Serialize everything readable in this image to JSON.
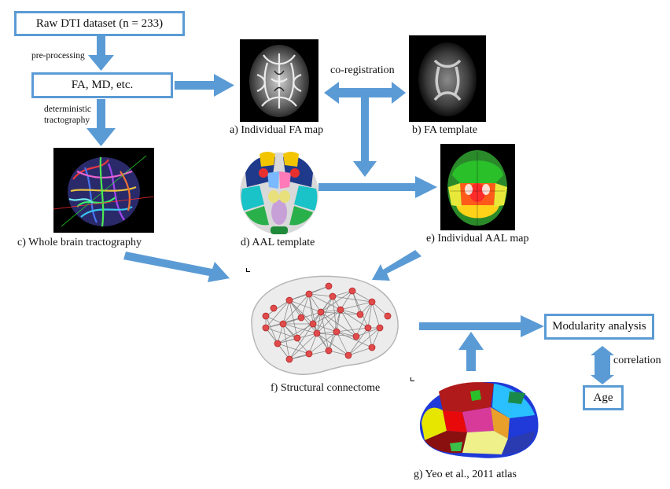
{
  "colors": {
    "arrow": "#5b9bd5",
    "box_border": "#5b9bd5"
  },
  "boxes": {
    "raw": "Raw DTI dataset (n = 233)",
    "fa_md": "FA, MD, etc.",
    "modularity": "Modularity analysis",
    "age": "Age"
  },
  "steps": {
    "preprocessing": "pre-processing",
    "deterministic": "deterministic",
    "tractography": "tractography",
    "coregistration": "co-registration",
    "correlation": "correlation"
  },
  "captions": {
    "a": "a) Individual FA map",
    "b": "b) FA template",
    "c": "c) Whole brain tractography",
    "d": "d) AAL template",
    "e": "e) Individual AAL map",
    "f": "f) Structural connectome",
    "g": "g) Yeo et al., 2011 atlas"
  },
  "images": {
    "a": "fa-map-image",
    "b": "fa-template-image",
    "c": "tractography-image",
    "d": "aal-template-image",
    "e": "individual-aal-image",
    "f": "connectome-image",
    "g": "yeo-atlas-image"
  }
}
